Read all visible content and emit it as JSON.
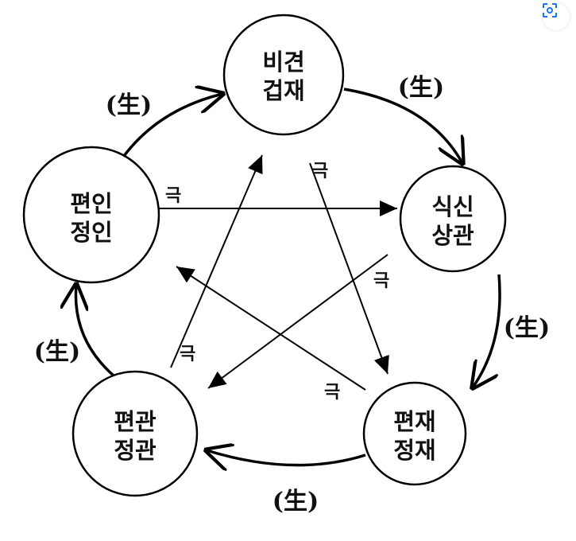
{
  "nodes": {
    "top": [
      "비견",
      "겁재"
    ],
    "right": [
      "식신",
      "상관"
    ],
    "bottom_right": [
      "편재",
      "정재"
    ],
    "bottom_left": [
      "편관",
      "정관"
    ],
    "left": [
      "편인",
      "정인"
    ]
  },
  "generate_label": "(生)",
  "control_label": "극",
  "toolbar": {
    "lens_icon": "visual-search-icon"
  }
}
